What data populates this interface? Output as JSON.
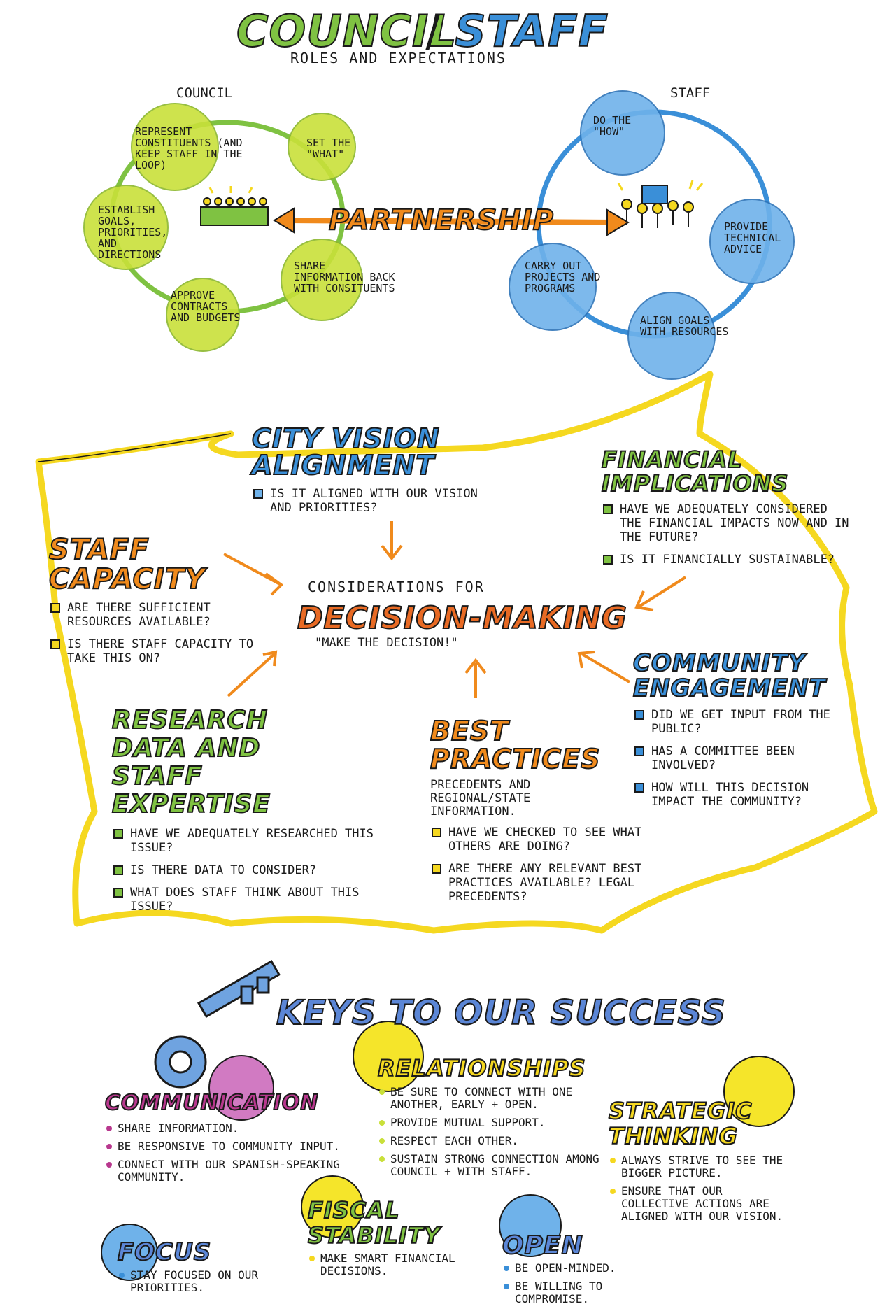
{
  "colors": {
    "green": "#7fc242",
    "lime": "#c9e03a",
    "blue": "#3a8fd8",
    "lightblue": "#6fb2ea",
    "yellow": "#f5d820",
    "orange": "#f08a1c",
    "red": "#e0502a",
    "magenta": "#b8388e"
  },
  "header": {
    "council": "COUNCIL",
    "slash": "/",
    "staff": "STAFF",
    "subtitle": "ROLES AND EXPECTATIONS"
  },
  "council_side": {
    "label": "COUNCIL",
    "items": [
      "REPRESENT CONSTITUENTS (AND KEEP STAFF IN THE LOOP)",
      "SET THE \"WHAT\"",
      "ESTABLISH GOALS, PRIORITIES, AND DIRECTIONS",
      "SHARE INFORMATION BACK WITH CONSITUENTS",
      "APPROVE CONTRACTS AND BUDGETS"
    ]
  },
  "staff_side": {
    "label": "STAFF",
    "items": [
      "DO THE \"HOW\"",
      "PROVIDE TECHNICAL ADVICE",
      "CARRY OUT PROJECTS AND PROGRAMS",
      "ALIGN GOALS WITH RESOURCES"
    ]
  },
  "partnership": "PARTNERSHIP",
  "considerations": {
    "heading": "CONSIDERATIONS FOR",
    "title": "DECISION-MAKING",
    "quote": "\"MAKE THE DECISION!\"",
    "city_vision": {
      "title": "CITY VISION ALIGNMENT",
      "items": [
        "IS IT ALIGNED WITH OUR VISION AND PRIORITIES?"
      ]
    },
    "financial": {
      "title": "FINANCIAL IMPLICATIONS",
      "items": [
        "HAVE WE ADEQUATELY CONSIDERED THE FINANCIAL IMPACTS NOW AND IN THE FUTURE?",
        "IS IT FINANCIALLY SUSTAINABLE?"
      ]
    },
    "staff_capacity": {
      "title": "STAFF CAPACITY",
      "items": [
        "ARE THERE SUFFICIENT RESOURCES AVAILABLE?",
        "IS THERE STAFF CAPACITY TO TAKE THIS ON?"
      ]
    },
    "community": {
      "title": "COMMUNITY ENGAGEMENT",
      "items": [
        "DID WE GET INPUT FROM THE PUBLIC?",
        "HAS A COMMITTEE BEEN INVOLVED?",
        "HOW WILL THIS DECISION IMPACT THE COMMUNITY?"
      ]
    },
    "research": {
      "title": "RESEARCH DATA AND STAFF EXPERTISE",
      "items": [
        "HAVE WE ADEQUATELY RESEARCHED THIS ISSUE?",
        "IS THERE DATA TO CONSIDER?",
        "WHAT DOES STAFF THINK ABOUT THIS ISSUE?"
      ]
    },
    "best_practices": {
      "title": "BEST PRACTICES",
      "intro": "PRECEDENTS AND REGIONAL/STATE INFORMATION.",
      "items": [
        "HAVE WE CHECKED TO SEE WHAT OTHERS ARE DOING?",
        "ARE THERE ANY RELEVANT BEST PRACTICES AVAILABLE? LEGAL PRECEDENTS?"
      ]
    }
  },
  "keys": {
    "title": "KEYS TO OUR SUCCESS",
    "relationships": {
      "title": "RELATIONSHIPS",
      "items": [
        "BE SURE TO CONNECT WITH ONE ANOTHER, EARLY + OPEN.",
        "PROVIDE MUTUAL SUPPORT.",
        "RESPECT EACH OTHER.",
        "SUSTAIN STRONG CONNECTION AMONG COUNCIL + WITH STAFF."
      ]
    },
    "communication": {
      "title": "COMMUNICATION",
      "items": [
        "SHARE INFORMATION.",
        "BE RESPONSIVE TO COMMUNITY INPUT.",
        "CONNECT WITH OUR SPANISH-SPEAKING COMMUNITY."
      ]
    },
    "strategic": {
      "title": "STRATEGIC THINKING",
      "items": [
        "ALWAYS STRIVE TO SEE THE BIGGER PICTURE.",
        "ENSURE THAT OUR COLLECTIVE ACTIONS ARE ALIGNED WITH OUR VISION."
      ]
    },
    "fiscal": {
      "title": "FISCAL STABILITY",
      "items": [
        "MAKE SMART FINANCIAL DECISIONS."
      ]
    },
    "focus": {
      "title": "FOCUS",
      "items": [
        "STAY FOCUSED ON OUR PRIORITIES."
      ]
    },
    "open": {
      "title": "OPEN",
      "items": [
        "BE OPEN-MINDED.",
        "BE WILLING TO COMPROMISE."
      ]
    }
  }
}
